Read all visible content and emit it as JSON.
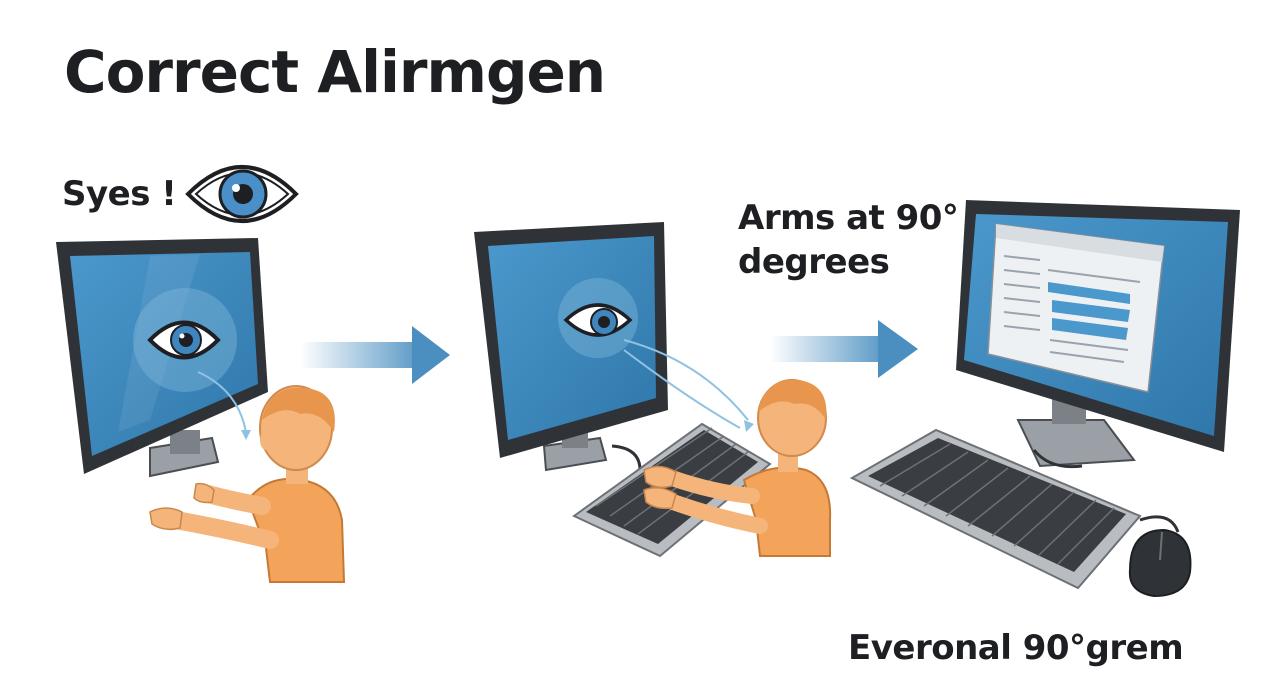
{
  "title": "Correct Alirmgen",
  "eyes_label": "Syes !",
  "arms_label_line1": "Arms at 90°",
  "arms_label_line2": "degrees",
  "bottom_label": "Everonal 90°grem",
  "colors": {
    "screen_blue": "#3b87bd",
    "monitor_frame": "#2f3338",
    "skin": "#f4b47a",
    "shirt": "#f3a45a",
    "arrow_blue": "#4a8fc0",
    "keyboard_body": "#b9bdc2",
    "key": "#3a3d42"
  },
  "icons": [
    "eye-icon",
    "monitor-icon",
    "keyboard-icon",
    "mouse-icon",
    "arrow-right-icon"
  ]
}
